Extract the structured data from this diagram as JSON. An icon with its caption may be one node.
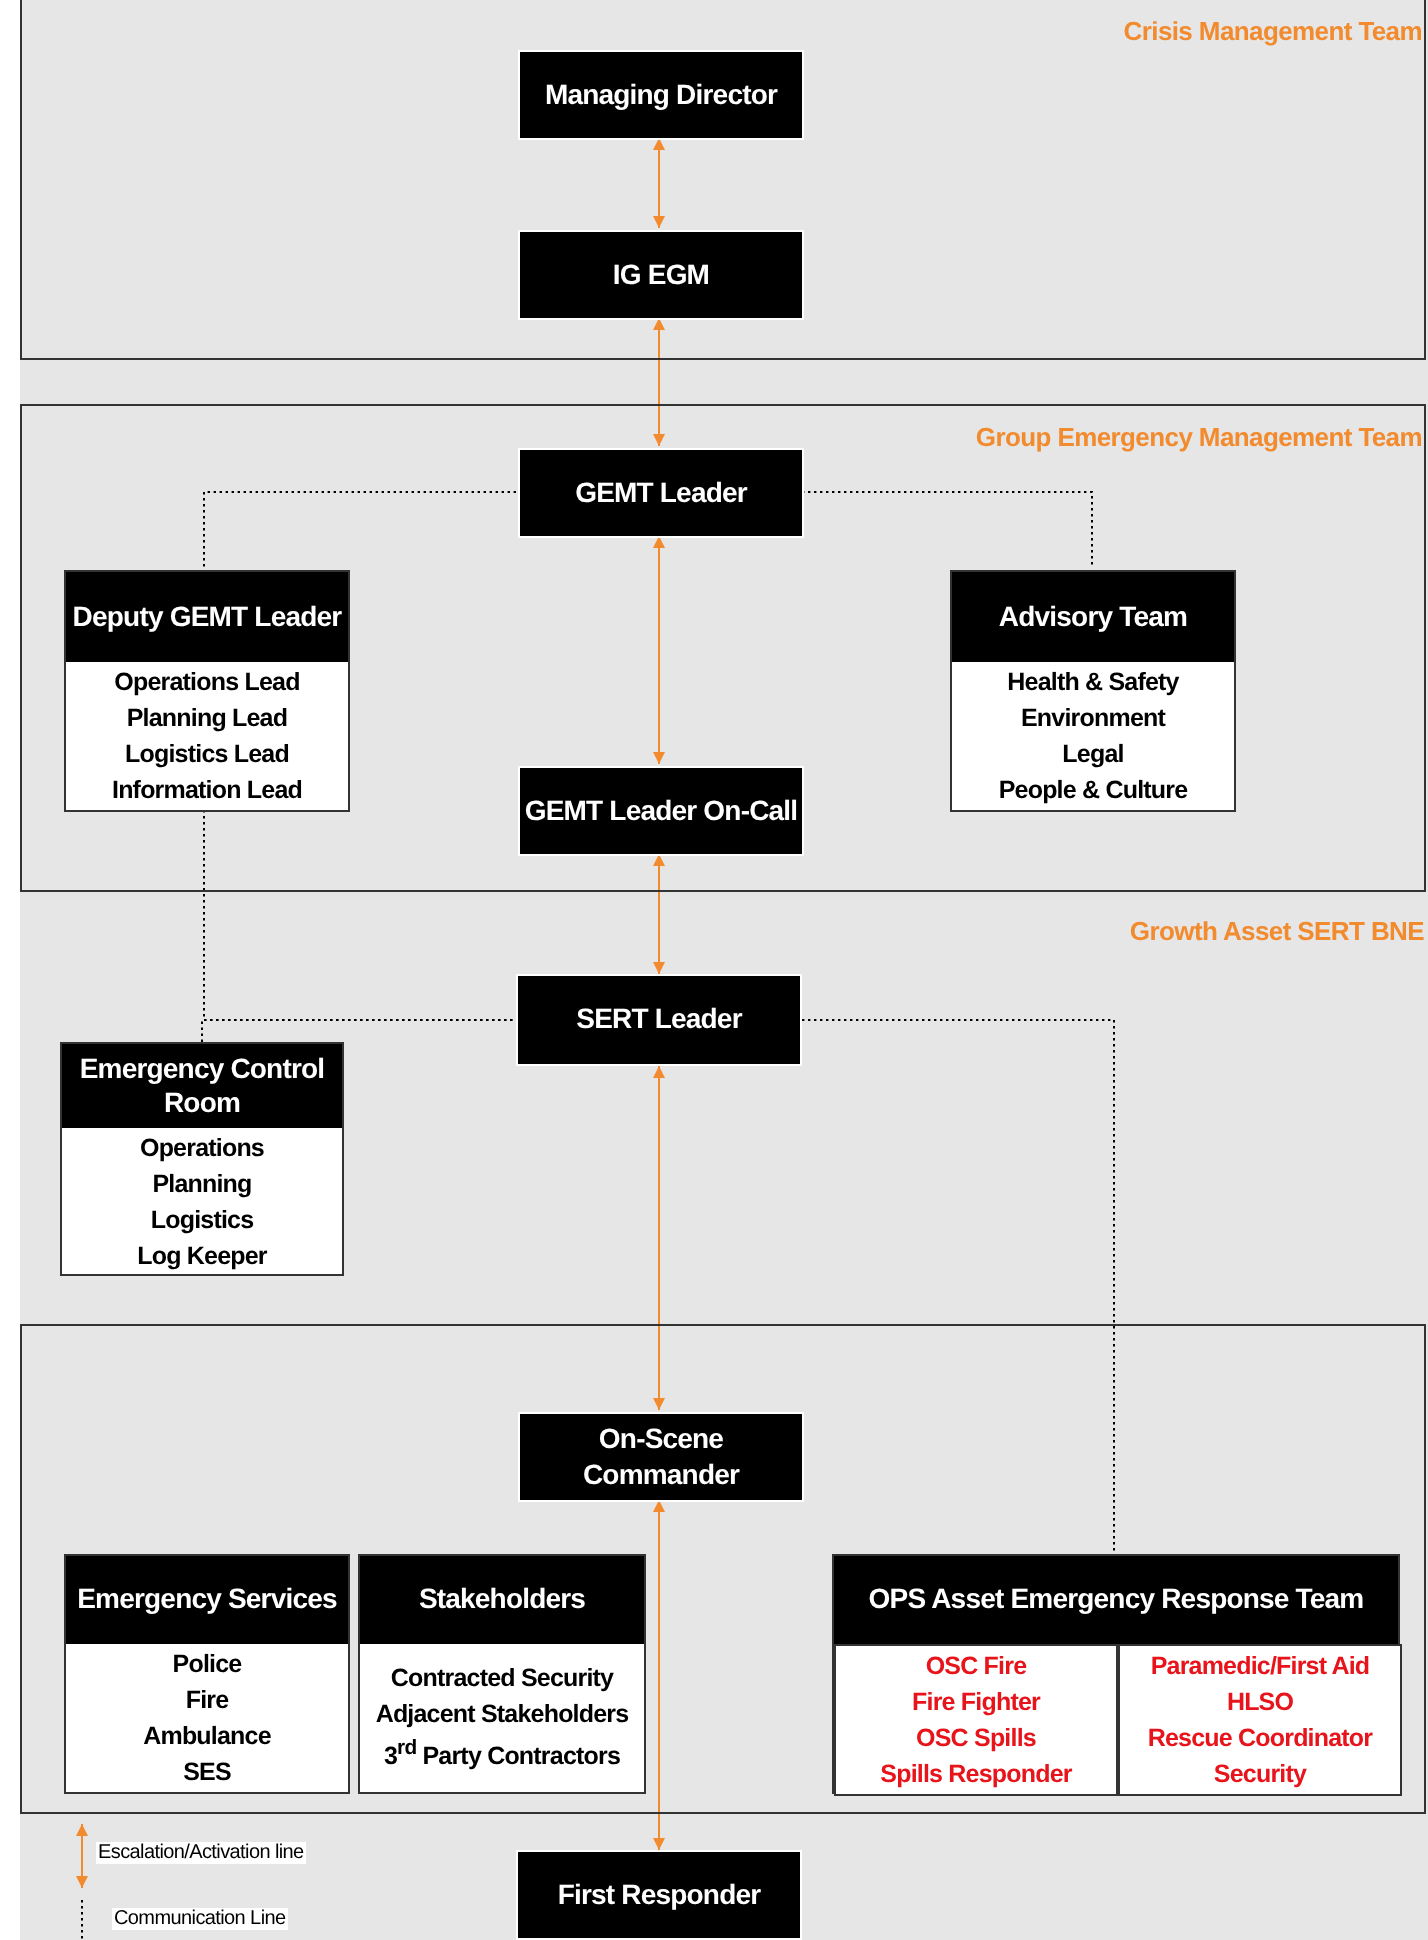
{
  "diagram": {
    "nodes": [
      {
        "text": [
          "Crisis Management Team"
        ]
      },
      {
        "text": [
          "Managing Director"
        ],
        "in": 0
      },
      {
        "text": [
          "IG EGM"
        ],
        "in": 0
      },
      {
        "text": [
          "Group Emergency Management Team"
        ]
      },
      {
        "text": [
          "GEMT Leader"
        ],
        "in": 3
      },
      {
        "text": [
          "Deputy GEMT Leader",
          "Operations Lead",
          "Planning Lead",
          "Logistics Lead",
          "Information Lead"
        ],
        "in": 3
      },
      {
        "text": [
          "GEMT Leader On-Call"
        ],
        "in": 3
      },
      {
        "text": [
          "Advisory Team",
          "Health & Safety",
          "Environment",
          "Legal",
          "People & Culture"
        ],
        "in": 3
      },
      {
        "text": [
          "SERT Leader"
        ]
      },
      {
        "text": [
          "Emergency Control Room",
          "Operations",
          "Planning",
          "Logistics",
          "Log Keeper"
        ]
      },
      {
        "text": [],
        "shape": "box"
      },
      {
        "text": [
          "On-Scene Commander"
        ],
        "in": 10
      },
      {
        "text": [
          "Emergency Services",
          "Police",
          "Fire",
          "Ambulance",
          "SES"
        ],
        "in": 10
      },
      {
        "text": [
          "Stakeholders",
          "Contracted Security",
          "Adjacent Stakeholders",
          "3$^{rd}$ Party Contractors"
        ],
        "in": 10
      },
      {
        "text": [
          "OPS Asset Emergency Response Team"
        ],
        "in": 10
      },
      {
        "text": [
          "OSC Fire",
          "Fire Fighter",
          "OSC Spills",
          "Spills Responder"
        ],
        "in": 14
      },
      {
        "text": [
          "Paramedic/First Aid",
          "HLSO",
          "Rescue Coordinator",
          "Security"
        ],
        "in": 14
      },
      {
        "text": [
          "First Responder"
        ]
      }
    ],
    "edges": [
      {
        "from": 1,
        "to": 2,
        "arrow": "both"
      },
      {
        "from": 2,
        "to": 4,
        "arrow": "both"
      },
      {
        "from": 4,
        "to": 6,
        "arrow": "both"
      },
      {
        "from": 6,
        "to": 8,
        "arrow": "both"
      },
      {
        "from": 8,
        "to": 11,
        "arrow": "both"
      },
      {
        "from": 11,
        "to": 17,
        "arrow": "both"
      },
      {
        "from": 4,
        "to": 5,
        "arrow": "none",
        "style": "dashed",
        "color": "#000000"
      },
      {
        "from": 4,
        "to": 7,
        "arrow": "none",
        "style": "dashed",
        "color": "#000000"
      },
      {
        "from": 5,
        "to": 8,
        "arrow": "none",
        "style": "dashed",
        "color": "#000000"
      },
      {
        "from": 9,
        "to": 8,
        "arrow": "none",
        "style": "dashed",
        "color": "#000000"
      },
      {
        "from": 8,
        "to": 14,
        "arrow": "none",
        "style": "dashed",
        "color": "#000000"
      }
    ],
    "labels": [
      "Growth Asset SERT BNE"
    ],
    "legend": [
      {
        "text": "Escalation/Activation line"
      },
      {
        "text": "Communication Line"
      }
    ]
  }
}
